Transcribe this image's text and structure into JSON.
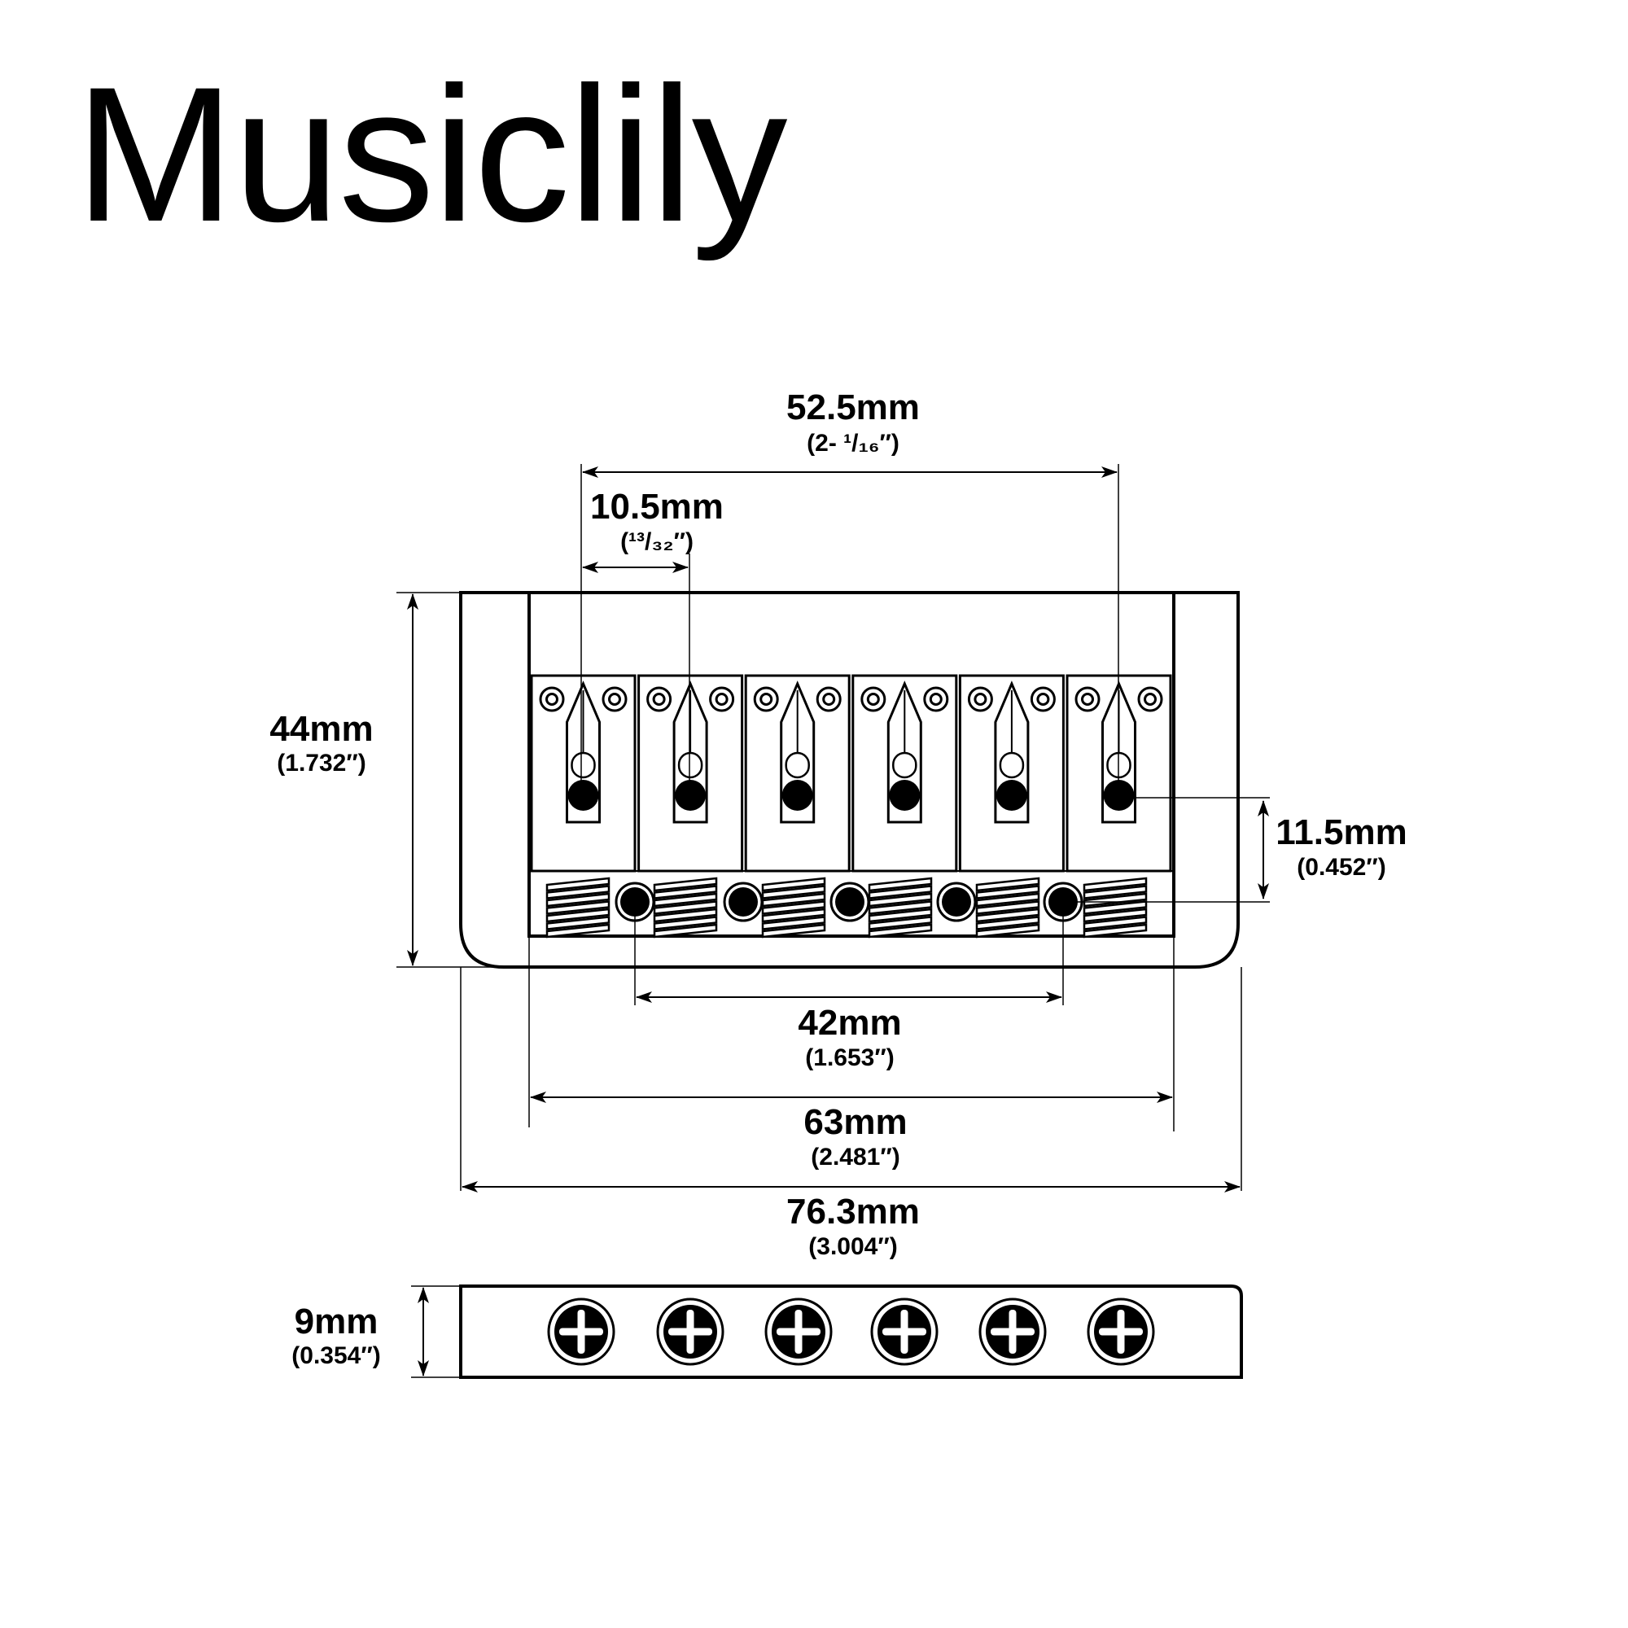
{
  "brand": "Musiclily",
  "dimensions": {
    "string_spread": {
      "mm": "52.5mm",
      "inch": "(2- ¹/₁₆″)"
    },
    "saddle_spacing": {
      "mm": "10.5mm",
      "inch": "(¹³/₃₂″)"
    },
    "plate_length": {
      "mm": "44mm",
      "inch": "(1.732″)"
    },
    "string_hole_offset": {
      "mm": "11.5mm",
      "inch": "(0.452″)"
    },
    "mount_hole_spread": {
      "mm": "42mm",
      "inch": "(1.653″)"
    },
    "inner_width": {
      "mm": "63mm",
      "inch": "(2.481″)"
    },
    "overall_width": {
      "mm": "76.3mm",
      "inch": "(3.004″)"
    },
    "height": {
      "mm": "9mm",
      "inch": "(0.354″)"
    }
  },
  "icons": {
    "arrow": "arrowhead-icon",
    "intonation_screw": "phillips-screw-icon",
    "height_screw": "hex-screw-icon",
    "spring": "spring-icon",
    "string_hole": "string-hole-icon"
  }
}
